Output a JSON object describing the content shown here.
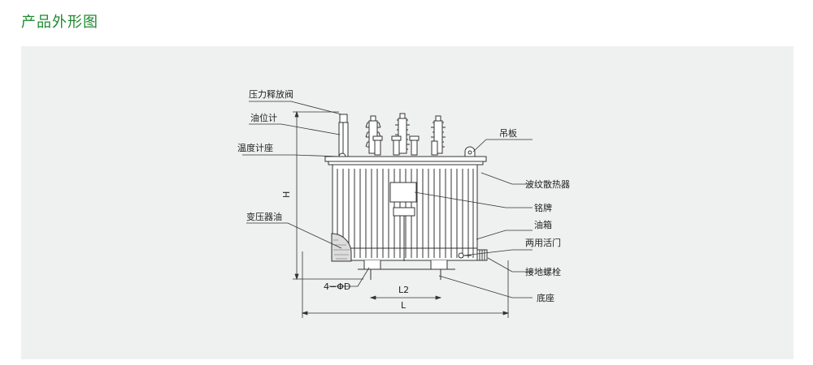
{
  "page": {
    "title": "产品外形图"
  },
  "labels": {
    "pressure_valve": "压力释放阀",
    "oil_gauge": "油位计",
    "thermometer_seat": "温度计座",
    "transformer_oil": "变压器油",
    "foundation_holes": "4−ΦD",
    "lifting_plate": "吊板",
    "radiator": "波纹散热器",
    "nameplate": "铭牌",
    "oil_tank": "油箱",
    "valve": "两用活门",
    "ground_bolt": "接地螺栓",
    "base": "底座"
  },
  "dims": {
    "h": "H",
    "l2": "L2",
    "l": "L"
  }
}
